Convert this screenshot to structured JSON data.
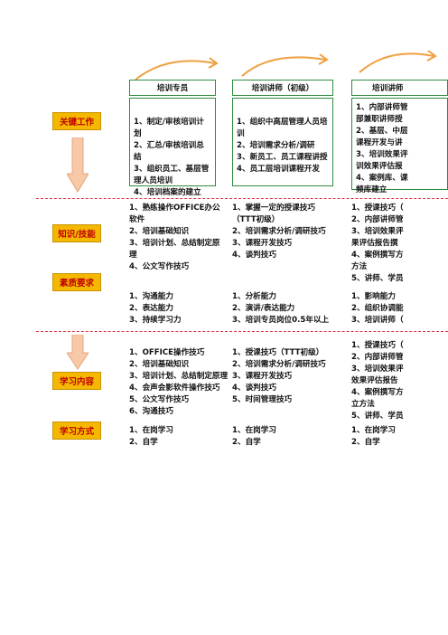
{
  "columns": [
    {
      "title": "培训专员"
    },
    {
      "title": "培训讲师（初级）"
    },
    {
      "title": "培训讲师"
    }
  ],
  "rows": {
    "key_work": {
      "label": "关键工作",
      "cells": [
        "1、制定/审核培训计划\n2、汇总/审核培训总结\n3、组织员工、基层管理人员培训\n4、培训档案的建立",
        "1、组织中高层管理人员培训\n2、培训需求分析/调研\n3、新员工、员工课程讲授\n4、员工层培训课程开发",
        "1、内部讲师管\n部兼职讲师授\n2、基层、中层\n课程开发与讲\n3、培训效果评\n训效果评估报\n4、案例库、课\n频库建立"
      ]
    },
    "knowledge": {
      "label": "知识/技能",
      "cells": [
        "1、熟练操作OFFICE办公软件\n2、培训基础知识\n3、培训计划、总结制定原理\n4、公文写作技巧",
        "1、掌握一定的授课技巧\n（TTT初级）\n2、培训需求分析/调研技巧\n3、课程开发技巧\n4、谈判技巧",
        "1、授课技巧（\n2、内部讲师管\n3、培训效果评\n果评估报告撰\n4、案例撰写方\n方法\n5、讲师、学员"
      ]
    },
    "quality": {
      "label": "素质要求",
      "cells": [
        "1、沟通能力\n2、表达能力\n3、持续学习力",
        "1、分析能力\n2、演讲/表达能力\n3、培训专员岗位0.5年以上",
        "1、影响能力\n2、组织协调能\n3、培训讲师（"
      ]
    },
    "learning": {
      "label": "学习内容",
      "cells": [
        "1、OFFICE操作技巧\n2、培训基础知识\n3、培训计划、总结制定原理\n4、会声会影软件操作技巧\n5、公文写作技巧\n6、沟通技巧",
        "1、授课技巧（TTT初级）\n2、培训需求分析/调研技巧\n3、课程开发技巧\n4、谈判技巧\n5、时间管理技巧",
        "1、授课技巧（\n2、内部讲师管\n3、培训效果评\n效果评估报告\n4、案例撰写方\n立方法\n5、讲师、学员"
      ]
    },
    "method": {
      "label": "学习方式",
      "cells": [
        "1、在岗学习\n2、自学",
        "1、在岗学习\n2、自学",
        "1、在岗学习\n2、自学"
      ]
    }
  },
  "colors": {
    "label_fill": "#f5b800",
    "label_text": "#c00000",
    "box_border": "#2e8b3e",
    "divider": "#d9303a",
    "arrow_fill": "#f7c9a8"
  }
}
